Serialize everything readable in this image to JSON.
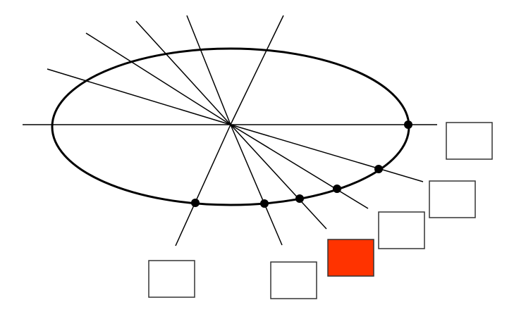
{
  "diagram": {
    "rays": 6,
    "marked_points": 6,
    "boxes": [
      {
        "id": "box-1",
        "fill": "#ffffff",
        "highlighted": false
      },
      {
        "id": "box-2",
        "fill": "#ffffff",
        "highlighted": false
      },
      {
        "id": "box-3",
        "fill": "#ffffff",
        "highlighted": false
      },
      {
        "id": "box-4",
        "fill": "#ff3300",
        "highlighted": true
      },
      {
        "id": "box-5",
        "fill": "#ffffff",
        "highlighted": false
      },
      {
        "id": "box-6",
        "fill": "#ffffff",
        "highlighted": false
      }
    ],
    "colors": {
      "stroke": "#000000",
      "box_border": "#333333",
      "highlight": "#ff3300",
      "background": "#ffffff"
    }
  }
}
